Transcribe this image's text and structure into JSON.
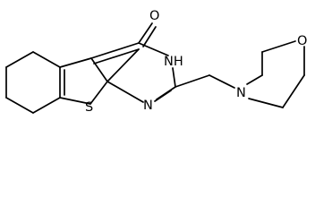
{
  "structure": {
    "atoms": {
      "oxygen_carbonyl": "O",
      "nh": "NH",
      "n_ring": "N",
      "sulfur": "S",
      "n_morpholine": "N",
      "o_morpholine": "O"
    }
  },
  "colors": {
    "bond": "#000000",
    "label": "#000000",
    "background": "#ffffff"
  }
}
